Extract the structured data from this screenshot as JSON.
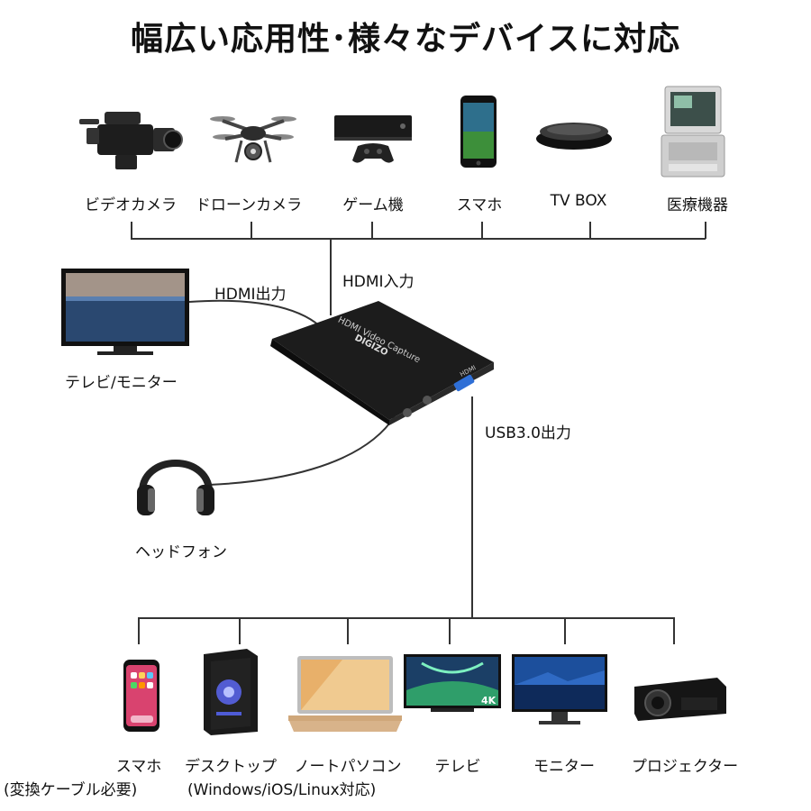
{
  "title": "幅広い応用性･様々なデバイスに対応",
  "capture_device": {
    "top_text": "HDMI Video Capture",
    "brand": "DIGIZO",
    "port_label": "HDMI"
  },
  "input_devices": [
    {
      "label": "ビデオカメラ",
      "icon": "video-camera-icon"
    },
    {
      "label": "ドローンカメラ",
      "icon": "drone-icon"
    },
    {
      "label": "ゲーム機",
      "icon": "game-console-icon"
    },
    {
      "label": "スマホ",
      "icon": "smartphone-icon"
    },
    {
      "label": "TV BOX",
      "icon": "tv-box-icon"
    },
    {
      "label": "医療機器",
      "icon": "medical-device-icon"
    }
  ],
  "connections": {
    "hdmi_in": "HDMI入力",
    "hdmi_out": "HDMI出力",
    "usb_out": "USB3.0出力"
  },
  "side_devices": {
    "tv_monitor": "テレビ/モニター",
    "headphones": "ヘッドフォン"
  },
  "output_devices": [
    {
      "label": "スマホ",
      "sublabel": "(変換ケーブル必要)",
      "icon": "smartphone-icon"
    },
    {
      "label": "デスクトップ",
      "icon": "desktop-pc-icon"
    },
    {
      "label": "ノートパソコン",
      "icon": "laptop-icon"
    },
    {
      "label": "テレビ",
      "icon": "tv-icon",
      "badge": "4K"
    },
    {
      "label": "モニター",
      "icon": "monitor-icon"
    },
    {
      "label": "プロジェクター",
      "icon": "projector-icon"
    }
  ],
  "os_note": "(Windows/iOS/Linux対応)"
}
